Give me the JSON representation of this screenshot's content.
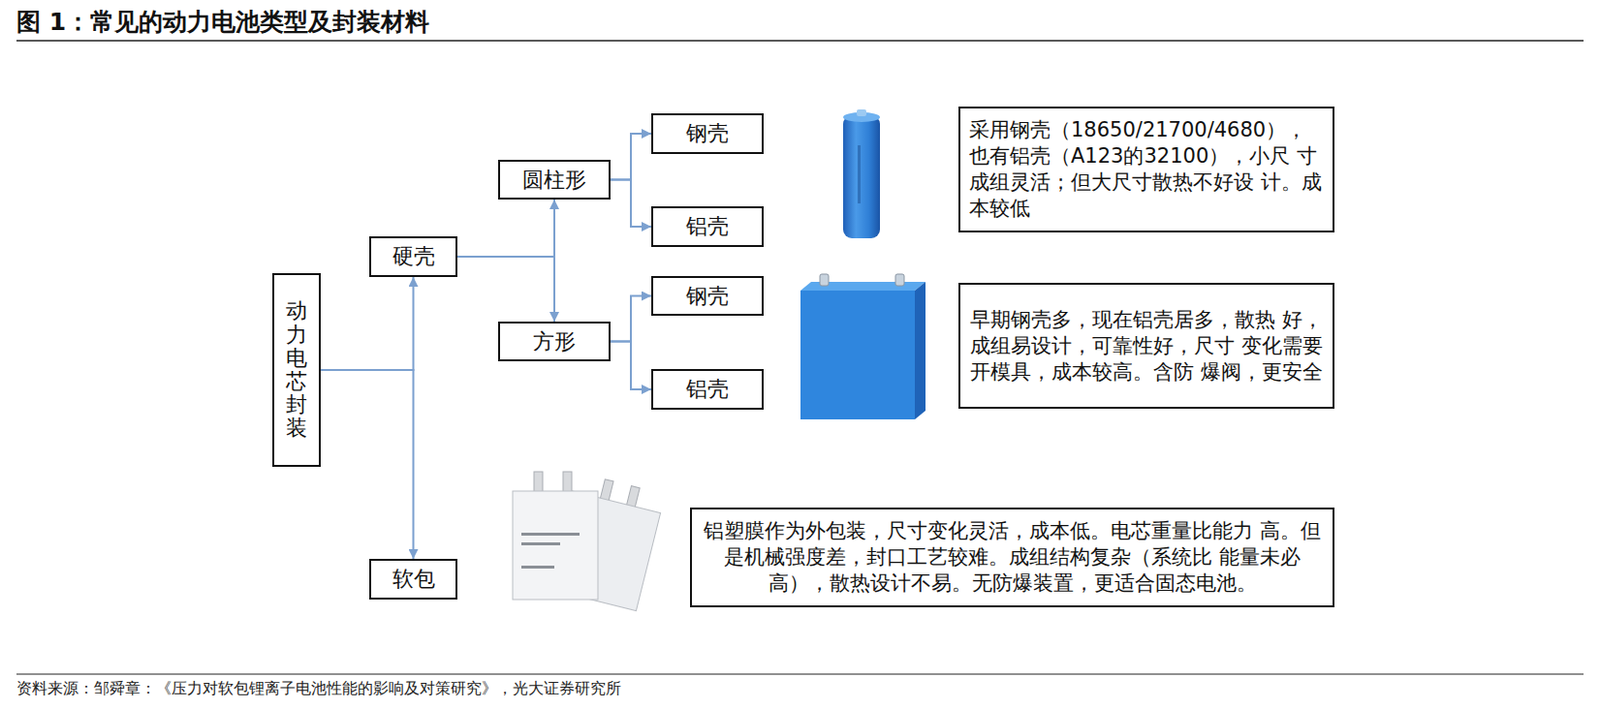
{
  "diagram": {
    "title": "图 1：常见的动力电池类型及封装材料",
    "caption": "资料来源：邹舜章：《压力对软包锂离子电池性能的影响及对策研究》，光大证券研究所",
    "nodes": [
      {
        "text": [
          "动力电芯封装"
        ]
      },
      {
        "text": [
          "硬壳"
        ]
      },
      {
        "text": [
          "圆柱形"
        ]
      },
      {
        "text": [
          "钢壳"
        ]
      },
      {
        "text": [
          "铝壳"
        ]
      },
      {
        "text": [
          "方形"
        ]
      },
      {
        "text": [
          "钢壳"
        ]
      },
      {
        "text": [
          "铝壳"
        ]
      },
      {
        "text": [
          "采用钢壳（18650/21700/4680）， 也有铝壳（A123的32100），小尺 寸成组灵活；但大尺寸散热不好设 计。成本较低"
        ]
      },
      {
        "text": [
          "早期钢壳多，现在铝壳居多，散热 好，成组易设计，可靠性好，尺寸 变化需要开模具，成本较高。含防 爆阀，更安全"
        ]
      },
      {
        "text": [
          "软包"
        ]
      },
      {
        "text": [
          "铝塑膜作为外包装，尺寸变化灵活，成本低。电芯重量比能力 高。但是机械强度差，封口工艺较难。成组结构复杂（系统比 能量未必高），散热设计不易。无防爆装置，更适合固态电池。"
        ]
      }
    ],
    "edges": [
      {
        "from": 0,
        "to": 1,
        "arrow": "to"
      },
      {
        "from": 0,
        "to": 10,
        "arrow": "to"
      },
      {
        "from": 1,
        "to": 2,
        "arrow": "to"
      },
      {
        "from": 1,
        "to": 5,
        "arrow": "to"
      },
      {
        "from": 2,
        "to": 3,
        "arrow": "to"
      },
      {
        "from": 2,
        "to": 4,
        "arrow": "to"
      },
      {
        "from": 5,
        "to": 6,
        "arrow": "to"
      },
      {
        "from": 5,
        "to": 7,
        "arrow": "to"
      }
    ]
  }
}
